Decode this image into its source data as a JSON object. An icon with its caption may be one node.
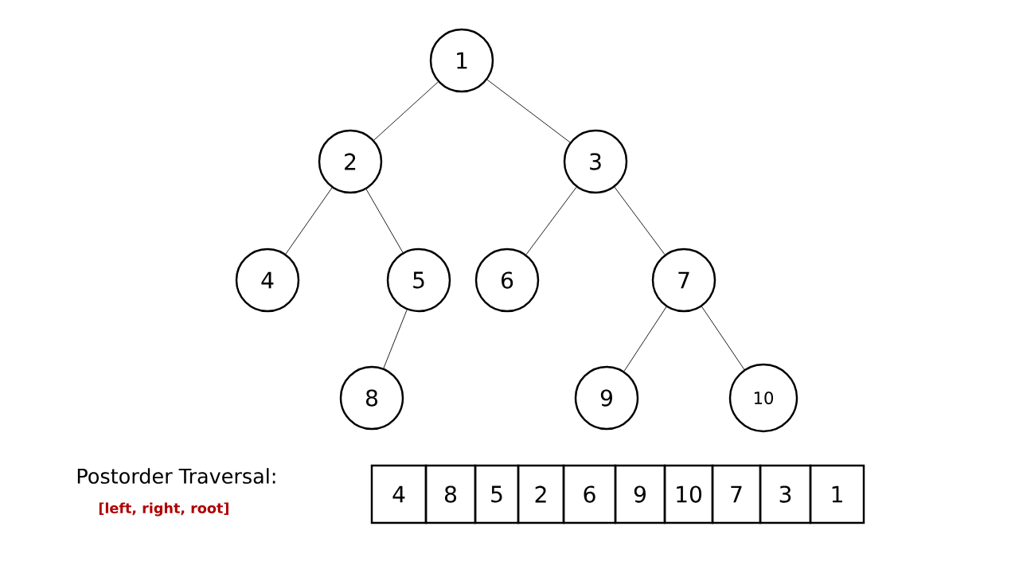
{
  "diagram": {
    "nodes": [
      {
        "text": [
          "1"
        ]
      },
      {
        "text": [
          "2"
        ]
      },
      {
        "text": [
          "3"
        ]
      },
      {
        "text": [
          "4"
        ]
      },
      {
        "text": [
          "5"
        ]
      },
      {
        "text": [
          "6"
        ]
      },
      {
        "text": [
          "7"
        ]
      },
      {
        "text": [
          "8"
        ]
      },
      {
        "text": [
          "9"
        ]
      },
      {
        "text": [
          "10"
        ]
      }
    ],
    "edges": [
      {
        "from": 0,
        "to": 1,
        "arrow": "none"
      },
      {
        "from": 0,
        "to": 2,
        "arrow": "none"
      },
      {
        "from": 1,
        "to": 3,
        "arrow": "none"
      },
      {
        "from": 1,
        "to": 4,
        "arrow": "none"
      },
      {
        "from": 4,
        "to": 7,
        "arrow": "none"
      },
      {
        "from": 2,
        "to": 5,
        "arrow": "none"
      },
      {
        "from": 2,
        "to": 6,
        "arrow": "none"
      },
      {
        "from": 6,
        "to": 8,
        "arrow": "none"
      },
      {
        "from": 6,
        "to": 9,
        "arrow": "none"
      }
    ],
    "labels": [
      "Postorder Traversal:",
      "[left, right, root]",
      "4",
      "8",
      "5",
      "2",
      "6",
      "9",
      "10",
      "7",
      "3",
      "1"
    ]
  }
}
